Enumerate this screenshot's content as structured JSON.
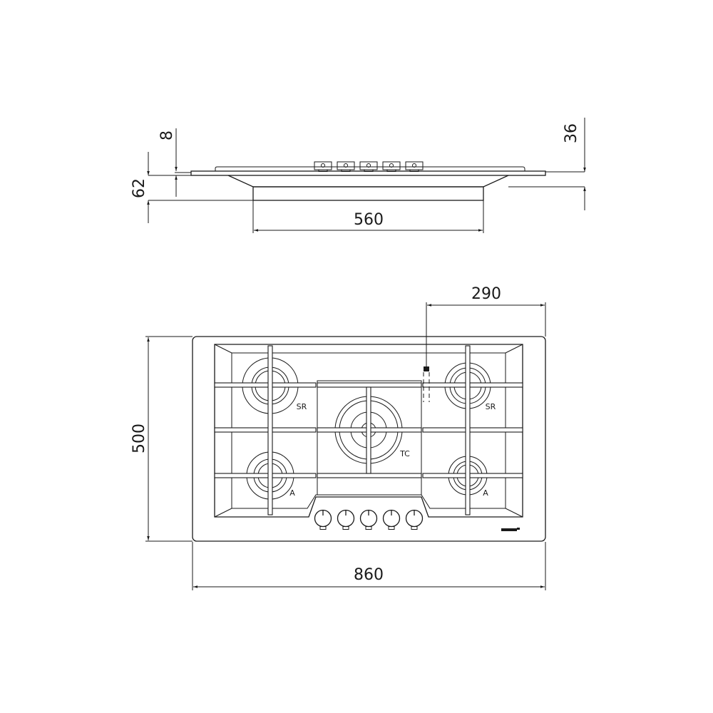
{
  "dimensions": {
    "side_flange_thickness": "8",
    "side_total_height": "62",
    "side_height_above_worktop": "36",
    "side_cutout_depth": "560",
    "top_width": "860",
    "top_depth": "500",
    "top_thermocouple_offset": "290"
  },
  "burners": [
    {
      "label": "SR",
      "position": "rear-left"
    },
    {
      "label": "TC",
      "position": "center"
    },
    {
      "label": "SR",
      "position": "rear-right"
    },
    {
      "label": "A",
      "position": "front-left"
    },
    {
      "label": "A",
      "position": "front-right"
    }
  ],
  "knob_count": 5,
  "logo_text": "brand logo",
  "colors": {
    "line": "#1a1a1a",
    "background": "#ffffff"
  }
}
